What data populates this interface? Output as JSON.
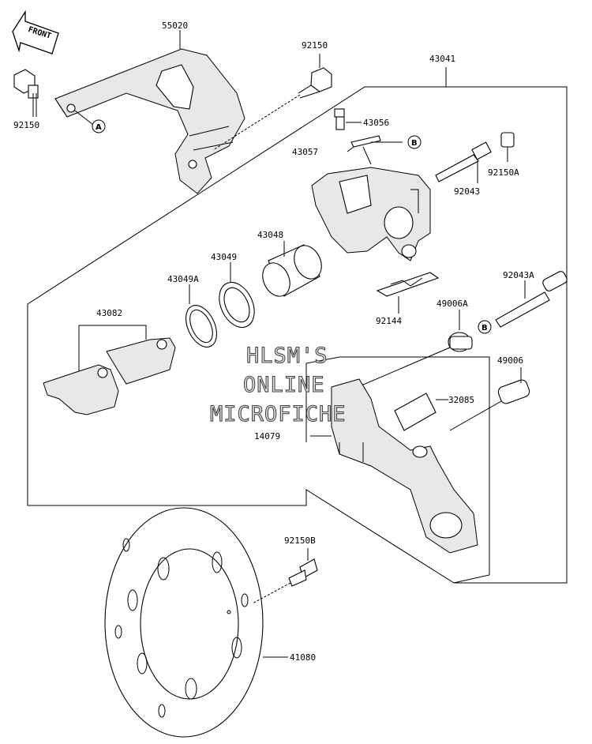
{
  "orientation": "FRONT",
  "watermark": [
    "HLSM'S",
    "ONLINE",
    "MICROFICHE"
  ],
  "parts": {
    "bracket": "55020",
    "bolt_left": "92150",
    "bolt_top": "92150",
    "caliper_assy": "43041",
    "bleeder_valve": "43056",
    "spring_clip": "43057",
    "pin_cap": "92150A",
    "caliper_pin": "92043",
    "piston": "43048",
    "piston_seal": "43049",
    "dust_seal": "43049A",
    "pad_set": "43082",
    "pad_spring": "92144",
    "slide_pin": "92043A",
    "boot_a": "49006A",
    "boot": "49006",
    "pad_holder_spring": "32085",
    "caliper_holder": "14079",
    "disc_bolt": "92150B",
    "brake_disc": "41080"
  },
  "callouts": {
    "a": "A",
    "b": "B"
  }
}
